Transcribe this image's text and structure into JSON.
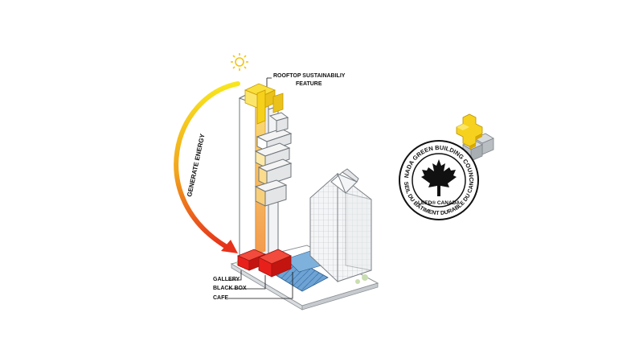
{
  "diagram": {
    "labels": {
      "rooftop_line1": "ROOFTOP SUSTAINABILIY",
      "rooftop_line2": "FEATURE",
      "generate_energy": "GENERATE ENERGY",
      "gallery": "GALLERY",
      "black_box": "BLACK BOX",
      "cafe": "CAFE"
    },
    "icons": {
      "sun": "sun-icon",
      "arrow": "energy-arc-arrow",
      "plus": "yellow-plus-cube-icon"
    },
    "colors": {
      "program_red": "#e8201c",
      "solar_yellow": "#f6d21e",
      "arrow_start": "#f7e61e",
      "arrow_end": "#e6321b",
      "water_blue": "#5b95c9",
      "plaza_green": "#c9ddb0"
    }
  },
  "badge": {
    "ring_top": "CANADA GREEN BUILDING COUNCIL",
    "ring_bottom": "CONSEIL DU BÂTIMENT DURABLE DU CANADA",
    "center": "LEED® CANADA"
  }
}
